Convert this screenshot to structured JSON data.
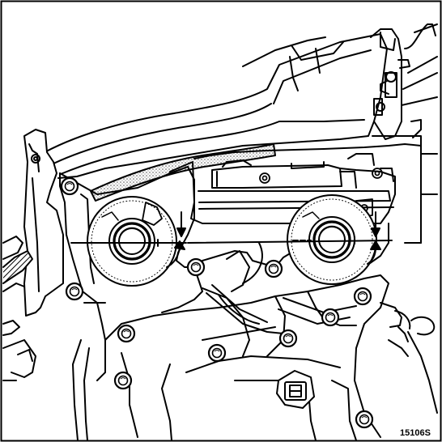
{
  "figure": {
    "reference_number": "15106S",
    "colors": {
      "ink": "#000000",
      "paper": "#ffffff",
      "hatch_fill": "#9a9a9a"
    },
    "callouts": [
      {
        "name": "left-camshaft-timing-mark",
        "icon": "arrow-down-icon"
      },
      {
        "name": "left-camshaft-rotation",
        "icon": "curved-arrow-icon"
      },
      {
        "name": "right-camshaft-timing-mark",
        "icon": "arrow-down-icon"
      },
      {
        "name": "right-camshaft-rotation",
        "icon": "curved-arrow-icon"
      }
    ]
  }
}
